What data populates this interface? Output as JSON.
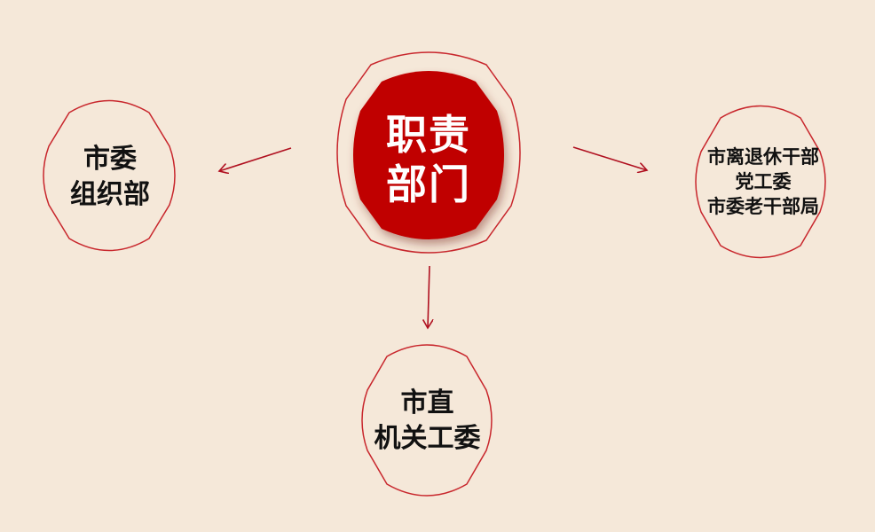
{
  "diagram": {
    "center": {
      "lines": [
        "职责",
        "部门"
      ]
    },
    "nodes": {
      "left": {
        "lines": [
          "市委",
          "组织部"
        ]
      },
      "bottom": {
        "lines": [
          "市直",
          "机关工委"
        ]
      },
      "right": {
        "lines": [
          "市离退休干部",
          "党工委",
          "市委老干部局"
        ]
      }
    }
  },
  "colors": {
    "background": "#f5e8d9",
    "accent": "#c00000",
    "outline": "#c8262c",
    "text": "#111111"
  }
}
